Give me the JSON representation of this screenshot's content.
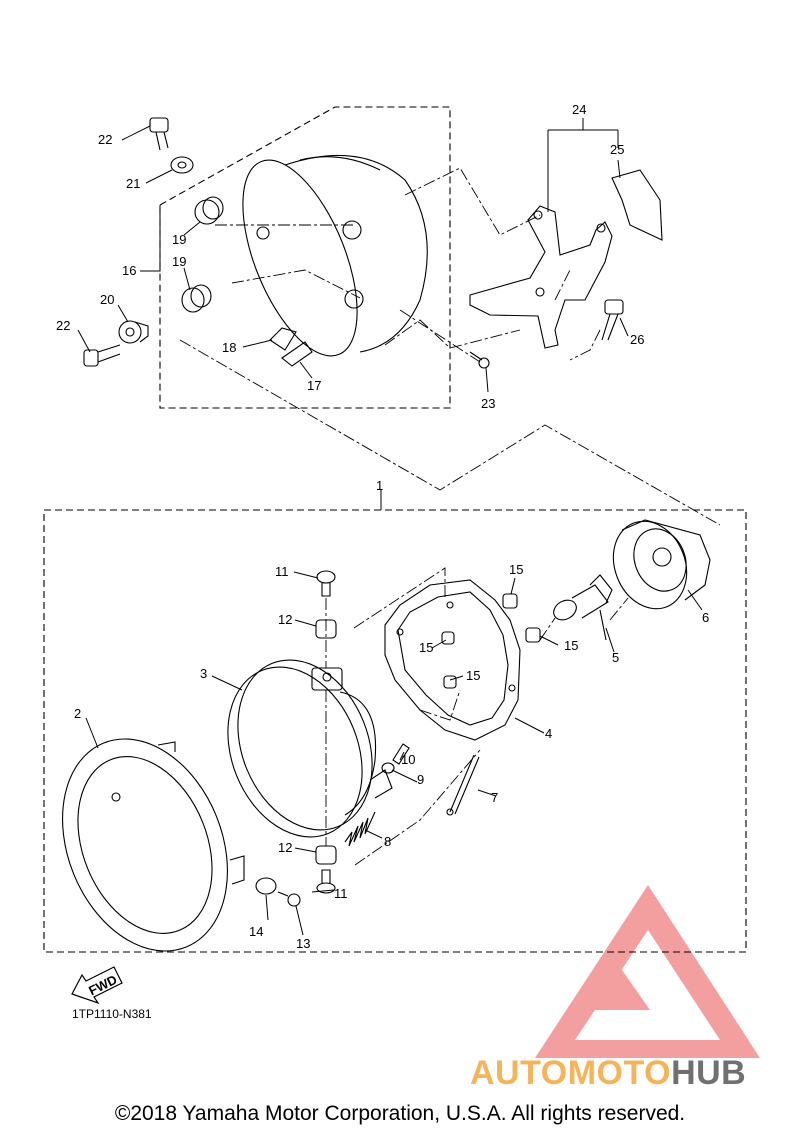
{
  "drawing_code": "1TP1110-N381",
  "fwd_label": "FWD",
  "copyright": "©2018 Yamaha Motor Corporation, U.S.A. All rights reserved.",
  "watermark": {
    "part1": "AUTOMOTO",
    "part2": "HUB",
    "color1": "#f5b35a",
    "color2": "#707070",
    "logo_color": "#f08080"
  },
  "parts": [
    "1",
    "2",
    "3",
    "4",
    "5",
    "6",
    "7",
    "8",
    "9",
    "10",
    "11",
    "11",
    "12",
    "12",
    "13",
    "14",
    "15",
    "15",
    "15",
    "15",
    "16",
    "17",
    "18",
    "19",
    "19",
    "20",
    "21",
    "22",
    "22",
    "23",
    "24",
    "25",
    "26"
  ]
}
